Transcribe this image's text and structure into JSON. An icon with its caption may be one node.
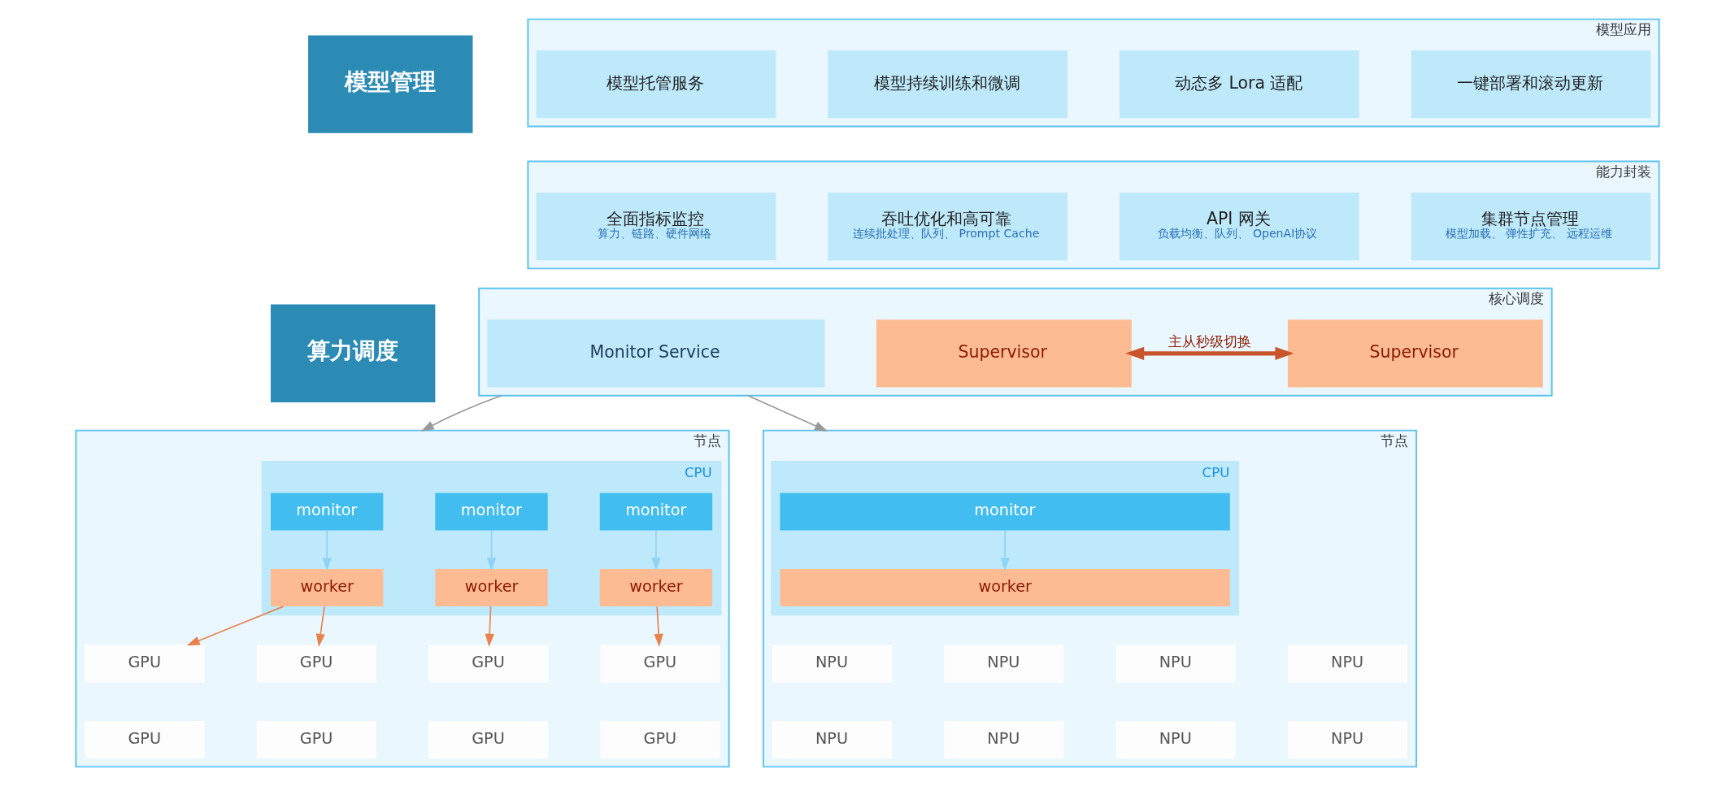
{
  "diagram": {
    "nodes": [
      {
        "text": [
          "模型管理"
        ]
      },
      {
        "text": [
          "算力调度"
        ]
      },
      {
        "text": [
          "模型应用"
        ]
      },
      {
        "text": [
          "模型托管服务"
        ],
        "in": 2
      },
      {
        "text": [
          "模型持续训练和微调"
        ],
        "in": 2
      },
      {
        "text": [
          "动态多 Lora 适配"
        ],
        "in": 2
      },
      {
        "text": [
          "一键部署和滚动更新"
        ],
        "in": 2
      },
      {
        "text": [
          "能力封装"
        ]
      },
      {
        "text": [
          "全面指标监控",
          "算力、链路、硬件网络"
        ],
        "in": 7
      },
      {
        "text": [
          "吞吐优化和高可靠",
          "连续批处理、队列、 Prompt Cache"
        ],
        "in": 7
      },
      {
        "text": [
          "API 网关",
          "负载均衡、队列、 OpenAI协议"
        ],
        "in": 7
      },
      {
        "text": [
          "集群节点管理",
          "模型加载、 弹性扩充、 远程运维"
        ],
        "in": 7
      },
      {
        "text": [
          "核心调度"
        ]
      },
      {
        "text": [
          "Monitor Service"
        ],
        "in": 12
      },
      {
        "text": [
          "Supervisor"
        ],
        "in": 12
      },
      {
        "text": [
          "Supervisor"
        ],
        "in": 12
      },
      {
        "text": [
          "节点"
        ]
      },
      {
        "text": [
          "CPU"
        ],
        "in": 16
      },
      {
        "text": [
          "monitor"
        ],
        "in": 17
      },
      {
        "text": [
          "monitor"
        ],
        "in": 17
      },
      {
        "text": [
          "monitor"
        ],
        "in": 17
      },
      {
        "text": [
          "worker"
        ],
        "in": 17
      },
      {
        "text": [
          "worker"
        ],
        "in": 17
      },
      {
        "text": [
          "worker"
        ],
        "in": 17
      },
      {
        "text": [
          "GPU"
        ],
        "in": 16
      },
      {
        "text": [
          "GPU"
        ],
        "in": 16
      },
      {
        "text": [
          "GPU"
        ],
        "in": 16
      },
      {
        "text": [
          "GPU"
        ],
        "in": 16
      },
      {
        "text": [
          "GPU"
        ],
        "in": 16
      },
      {
        "text": [
          "GPU"
        ],
        "in": 16
      },
      {
        "text": [
          "GPU"
        ],
        "in": 16
      },
      {
        "text": [
          "GPU"
        ],
        "in": 16
      },
      {
        "text": [
          "节点"
        ]
      },
      {
        "text": [
          "CPU"
        ],
        "in": 32
      },
      {
        "text": [
          "monitor"
        ],
        "in": 33
      },
      {
        "text": [
          "worker"
        ],
        "in": 33
      },
      {
        "text": [
          "NPU"
        ],
        "in": 32
      },
      {
        "text": [
          "NPU"
        ],
        "in": 32
      },
      {
        "text": [
          "NPU"
        ],
        "in": 32
      },
      {
        "text": [
          "NPU"
        ],
        "in": 32
      },
      {
        "text": [
          "NPU"
        ],
        "in": 32
      },
      {
        "text": [
          "NPU"
        ],
        "in": 32
      },
      {
        "text": [
          "NPU"
        ],
        "in": 32
      },
      {
        "text": [
          "NPU"
        ],
        "in": 32
      }
    ],
    "edges": [
      {
        "from": 14,
        "to": 15,
        "arrow": "both",
        "label": "主从秒级切换",
        "style": "thick",
        "color": "#c8552a"
      },
      {
        "from": 12,
        "to": 16,
        "arrow": "to",
        "color": "#999999"
      },
      {
        "from": 12,
        "to": 32,
        "arrow": "to",
        "color": "#999999"
      },
      {
        "from": 18,
        "to": 21,
        "arrow": "to",
        "color": "#8fd3f5"
      },
      {
        "from": 19,
        "to": 22,
        "arrow": "to",
        "color": "#8fd3f5"
      },
      {
        "from": 20,
        "to": 23,
        "arrow": "to",
        "color": "#8fd3f5"
      },
      {
        "from": 34,
        "to": 35,
        "arrow": "to",
        "color": "#8fd3f5"
      },
      {
        "from": 21,
        "to": 24,
        "arrow": "to",
        "color": "#e8834e"
      },
      {
        "from": 21,
        "to": 25,
        "arrow": "to",
        "color": "#e8834e"
      },
      {
        "from": 22,
        "to": 26,
        "arrow": "to",
        "color": "#e8834e"
      },
      {
        "from": 23,
        "to": 27,
        "arrow": "to",
        "color": "#e8834e"
      }
    ]
  }
}
